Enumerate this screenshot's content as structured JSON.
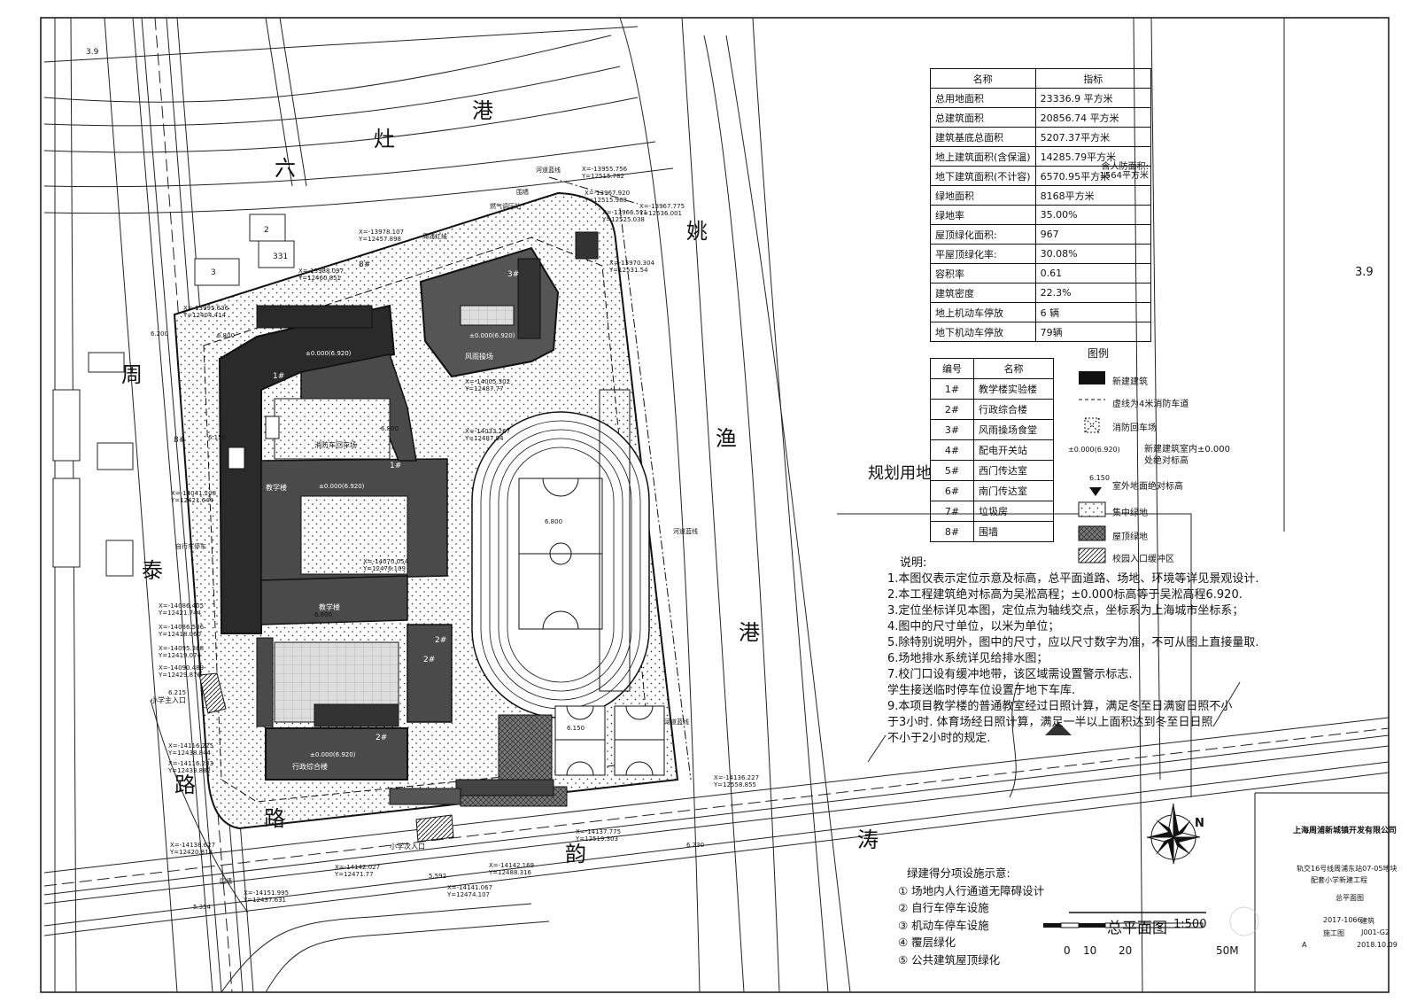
{
  "roads": {
    "zaogang": [
      "六",
      "灶",
      "港"
    ],
    "yaoyugang": [
      "姚",
      "渔",
      "港"
    ],
    "zhoutai": [
      "周",
      "泰",
      "路"
    ],
    "yuntao": [
      "路",
      "韵",
      "涛"
    ],
    "plan_land": "规划用地",
    "edge_left": "3.9",
    "edge_right": "3.9"
  },
  "index_table": {
    "headers": [
      "名称",
      "指标"
    ],
    "rows": [
      [
        "总用地面积",
        "23336.9 平方米"
      ],
      [
        "总建筑面积",
        "20856.74 平方米"
      ],
      [
        "建筑基底总面积",
        "5207.37平方米"
      ],
      [
        "地上建筑面积(含保温)",
        "14285.79平方米"
      ],
      [
        "地下建筑面积(不计容)",
        "6570.95平方米"
      ],
      [
        "绿地面积",
        "8168平方米"
      ],
      [
        "绿地率",
        "35.00%"
      ],
      [
        "屋顶绿化面积:",
        "967"
      ],
      [
        "平屋顶绿化率:",
        "30.08%"
      ],
      [
        "容积率",
        "0.61"
      ],
      [
        "建筑密度",
        "22.3%"
      ],
      [
        "地上机动车停放",
        "6 辆"
      ],
      [
        "地下机动车停放",
        "79辆"
      ]
    ],
    "civil_defense_note_1": "含人防面积:",
    "civil_defense_note_2": "1564平方米"
  },
  "building_table": {
    "headers": [
      "编号",
      "名称"
    ],
    "rows": [
      [
        "1#",
        "教学楼实验楼"
      ],
      [
        "2#",
        "行政综合楼"
      ],
      [
        "3#",
        "风雨操场食堂"
      ],
      [
        "4#",
        "配电开关站"
      ],
      [
        "5#",
        "西门传达室"
      ],
      [
        "6#",
        "南门传达室"
      ],
      [
        "7#",
        "垃圾房"
      ],
      [
        "8#",
        "围墙"
      ]
    ]
  },
  "legend": {
    "title": "图例",
    "items": [
      {
        "label": "新建建筑"
      },
      {
        "label": "虚线为4米消防车道"
      },
      {
        "label": "消防回车场"
      },
      {
        "label": "新建建筑室内±0.000",
        "label2": "处绝对标高",
        "symbol_text": "±0.000(6.920)"
      },
      {
        "label": "室外地面绝对标高",
        "symbol_text": "6.150"
      },
      {
        "label": "集中绿地"
      },
      {
        "label": "屋顶绿地"
      },
      {
        "label": "校园入口缓冲区"
      }
    ]
  },
  "notes": {
    "title": "说明:",
    "lines": [
      "1.本图仅表示定位示意及标高，总平面道路、场地、环境等详见景观设计.",
      "2.本工程建筑绝对标高为吴淞高程；±0.000标高等于吴淞高程6.920.",
      "3.定位坐标详见本图，定位点为轴线交点，坐标系为上海城市坐标系；",
      "4.图中的尺寸单位，以米为单位；",
      "5.除特别说明外，图中的尺寸，应以尺寸数字为准，不可从图上直接量取.",
      "6.场地排水系统详见给排水图；",
      "7.校门口设有缓冲地带，该区域需设置警示标志.",
      "  学生接送临时停车位设置于地下车库.",
      "9.本项目教学楼的普通教室经过日照计算，满足冬至日满窗日照不小",
      "  于3小时. 体育场经日照计算，满足一半以上面积达到冬至日日照",
      "  不小于2小时的规定."
    ]
  },
  "green_building": {
    "title": "绿建得分项设施示意:",
    "items": [
      "① 场地内人行通道无障碍设计",
      "② 自行车停车设施",
      "③ 机动车停车设施",
      "④ 覆层绿化",
      "⑤ 公共建筑屋顶绿化"
    ]
  },
  "drawing_title": {
    "name": "总平面图",
    "scale": "1:500",
    "scale_bar": [
      "0",
      "10",
      "20",
      "50M"
    ],
    "north": "N"
  },
  "title_block": {
    "company": "上海周浦新城镇开发有限公司",
    "project_1": "轨交16号线周浦东站07-05地块",
    "project_2": "配套小学新建工程",
    "sheet": "总平面图",
    "discipline": "建筑",
    "code": "J001-G2",
    "date": "2018.10.09",
    "project_no": "2017-1066",
    "phase": "施工图",
    "rev": "A"
  },
  "site_labels": {
    "b1a": "1#",
    "b1b": "1#",
    "b2a": "2#",
    "b2b": "2#",
    "b2c": "2#",
    "b3": "3#",
    "b8a": "8#",
    "b8b": "8#",
    "lvl1": "±0.000(6.920)",
    "lvl2": "±0.000(6.920)",
    "lvl3": "±0.000(6.920)",
    "lvl4": "±0.000(6.920)",
    "fire_turn": "消防车回车场",
    "teach_bld": "教学楼",
    "teach_bld2": "教学楼",
    "admin_bld": "行政综合楼",
    "sport_bld": "风雨操场",
    "east_entry": "小学次入口",
    "main_entry": "小学主入口",
    "river_line1": "河道蓝线",
    "river_line2": "河道蓝线",
    "river_line3": "河道蓝线",
    "wall1": "围墙",
    "wall2": "围墙",
    "road_red": "周浦红线",
    "gas": "燃气调压站",
    "bike": "自行车停车"
  },
  "coords": [
    {
      "t": "X=-13955.756\nY=12515.782"
    },
    {
      "t": "X=-13967.920\nY=12515.968"
    },
    {
      "t": "X=-13967.775\nY=12536.001"
    },
    {
      "t": "X=-13966.511\nY=12525.038"
    },
    {
      "t": "X=-13978.107\nY=12457.898"
    },
    {
      "t": "X=-13988.097\nY=12460.851"
    },
    {
      "t": "X=-13970.304\nY=12531.54"
    },
    {
      "t": "X=-13995.636\nY=12404.414"
    },
    {
      "t": "X=-14005.302\nY=12487.77"
    },
    {
      "t": "X=-14033.267\nY=12487.94"
    },
    {
      "t": "X=-14041.208\nY=12421.644"
    },
    {
      "t": "X=-14070.054\nY=12476.109"
    },
    {
      "t": "X=-14086.405\nY=12421.744"
    },
    {
      "t": "X=-14086.506\nY=12418.060"
    },
    {
      "t": "X=-14095.368\nY=12419.074"
    },
    {
      "t": "X=-14090.489\nY=12429.876"
    },
    {
      "t": "X=-14116.225\nY=12438.844"
    },
    {
      "t": "X=-14116.233\nY=12433.882"
    },
    {
      "t": "X=-14136.227\nY=12558.855"
    },
    {
      "t": "X=-14137.775\nY=12519.303"
    },
    {
      "t": "X=-14138.627\nY=12420.818"
    },
    {
      "t": "X=-14142.169\nY=12488.316"
    },
    {
      "t": "X=-14141.067\nY=12474.107"
    },
    {
      "t": "X=-14142.027\nY=12471.77"
    },
    {
      "t": "X=-14151.995\nY=12437.631"
    }
  ],
  "levels": [
    "6.150",
    "6.150",
    "6.800",
    "6.800",
    "6.800",
    "6.200",
    "6.800",
    "6.230",
    "5.354",
    "5.592",
    "6.215"
  ]
}
